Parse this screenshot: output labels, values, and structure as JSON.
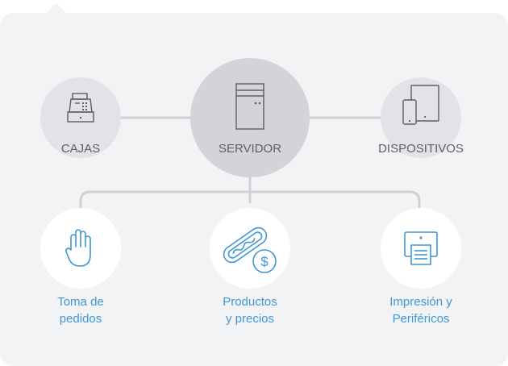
{
  "top_row": {
    "cajas": {
      "label": "CAJAS",
      "icon": "cash-register-icon"
    },
    "servidor": {
      "label": "SERVIDOR",
      "icon": "server-icon"
    },
    "dispositivos": {
      "label": "DISPOSITIVOS",
      "icon": "devices-icon"
    }
  },
  "bottom_row": {
    "toma": {
      "line1": "Toma de",
      "line2": "pedidos",
      "icon": "hand-icon"
    },
    "productos": {
      "line1": "Productos",
      "line2": "y precios",
      "icon": "hotdog-price-icon"
    },
    "impresion": {
      "line1": "Impresión y",
      "line2": "Periféricos",
      "icon": "printer-icon"
    }
  },
  "colors": {
    "panel_bg": "#f2f3f5",
    "connector": "#cfd0d4",
    "gray_text": "#5c5f66",
    "accent_blue": "#3f97d3"
  }
}
